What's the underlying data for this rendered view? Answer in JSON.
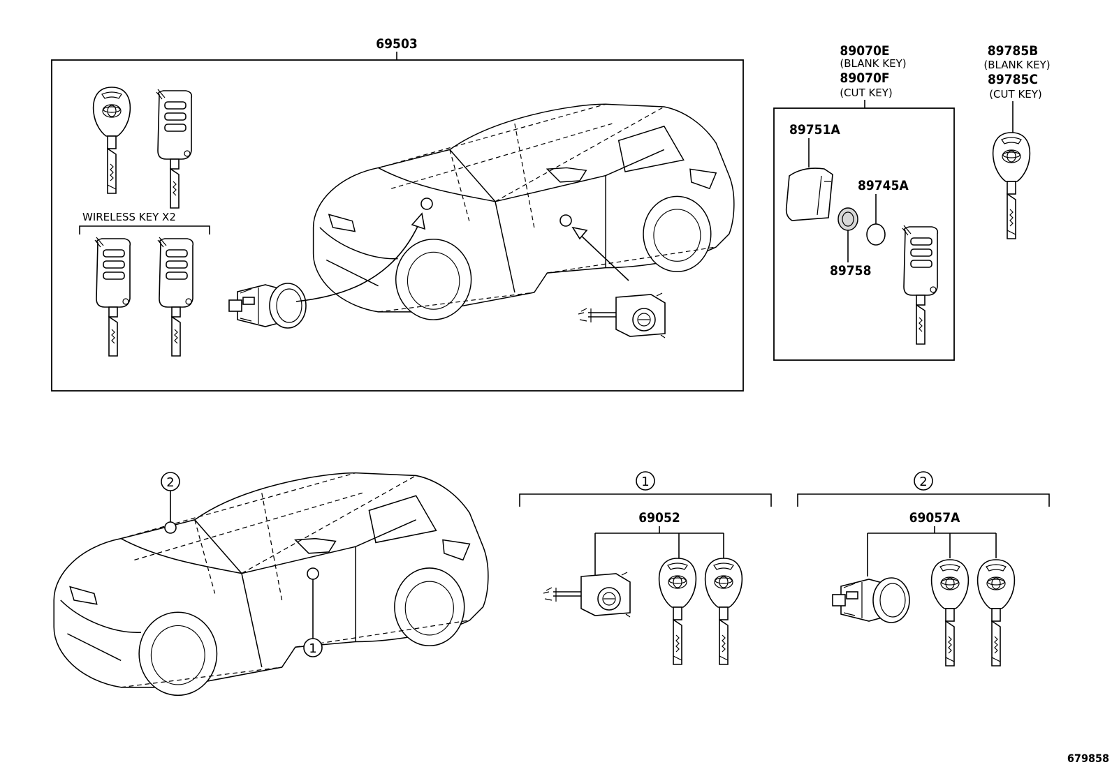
{
  "kit": {
    "part_number": "69503",
    "wireless_label": "WIRELESS KEY X2"
  },
  "key_housing": {
    "part_number_blank": "89070E",
    "blank_note": "(BLANK KEY)",
    "part_number_cut": "89070F",
    "cut_note": "(CUT KEY)",
    "parts": {
      "case": "89751A",
      "battery": "89745A",
      "cover": "89758"
    }
  },
  "spare_key": {
    "part_number_blank": "89785B",
    "blank_note": "(BLANK KEY)",
    "part_number_cut": "89785C",
    "cut_note": "(CUT KEY)"
  },
  "callouts": {
    "one": "1",
    "two": "2"
  },
  "set_one": {
    "callout": "1",
    "part_number": "69052"
  },
  "set_two": {
    "callout": "2",
    "part_number": "69057A"
  },
  "figure_id": "679858"
}
